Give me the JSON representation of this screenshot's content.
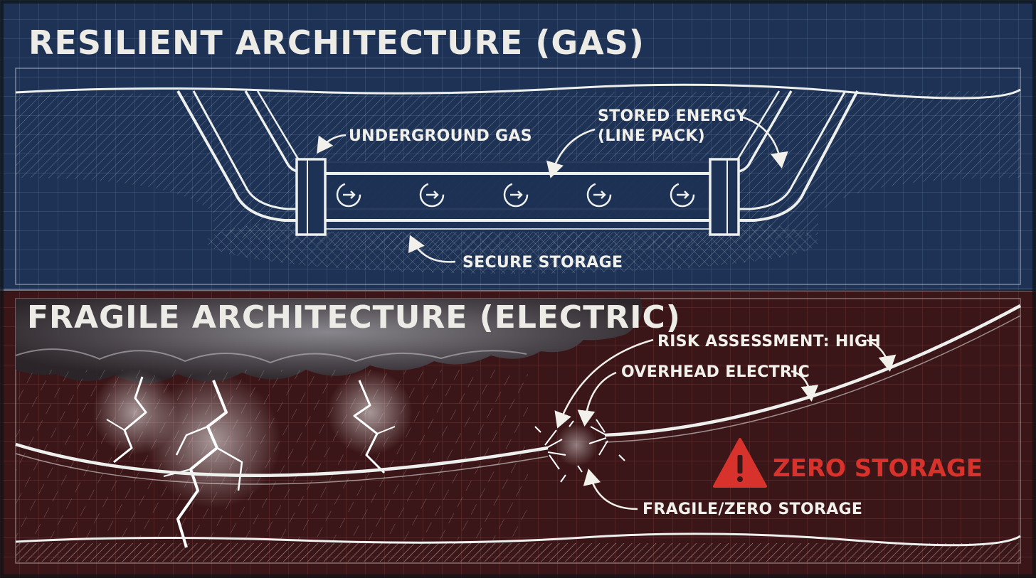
{
  "gas_panel": {
    "title": "RESILIENT ARCHITECTURE (GAS)",
    "labels": {
      "underground_gas": "UNDERGROUND GAS",
      "stored_energy_line1": "STORED ENERGY",
      "stored_energy_line2": "(LINE PACK)",
      "secure_storage": "SECURE STORAGE"
    },
    "colors": {
      "background": "#1f3558",
      "grid": "#5a7399",
      "line": "#eef0ee"
    }
  },
  "electric_panel": {
    "title": "FRAGILE ARCHITECTURE (ELECTRIC)",
    "labels": {
      "risk_assessment": "RISK ASSESSMENT: HIGH",
      "overhead_electric": "OVERHEAD ELECTRIC",
      "fragile_zero_storage": "FRAGILE/ZERO STORAGE"
    },
    "warning": {
      "icon": "warning-triangle-icon",
      "text": "ZERO STORAGE",
      "color": "#d8322c"
    },
    "colors": {
      "background": "#3d1719",
      "grid": "#7a3c3e",
      "line": "#eef0ee"
    }
  }
}
